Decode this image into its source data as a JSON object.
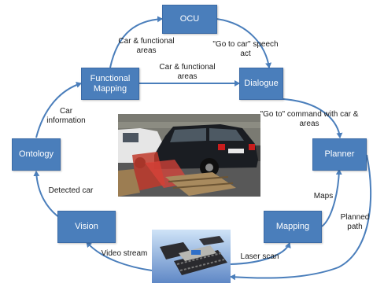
{
  "nodes": {
    "ocu": "OCU",
    "functional_mapping": "Functional Mapping",
    "dialogue": "Dialogue",
    "ontology": "Ontology",
    "planner": "Planner",
    "vision": "Vision",
    "mapping": "Mapping"
  },
  "edge_labels": {
    "fm_to_ocu": "Car & functional areas",
    "ocu_to_dialogue": "\"Go to car\" speech act",
    "fm_to_dialogue": "Car & functional areas",
    "dialogue_to_planner": "\"Go to\" command with car & areas",
    "ontology_to_fm": "Car information",
    "vision_to_ontology": "Detected car",
    "mapping_to_planner": "Maps",
    "planner_to_robot": "Planned path",
    "robot_to_vision": "Video stream",
    "robot_to_mapping": "Laser scan"
  },
  "colors": {
    "node_fill": "#4a7ebb",
    "edge": "#4a7ebb",
    "text": "#1a1a1a"
  },
  "images": {
    "car_photo": "car-scene-photo",
    "robot_render": "tracked-robot-render"
  }
}
